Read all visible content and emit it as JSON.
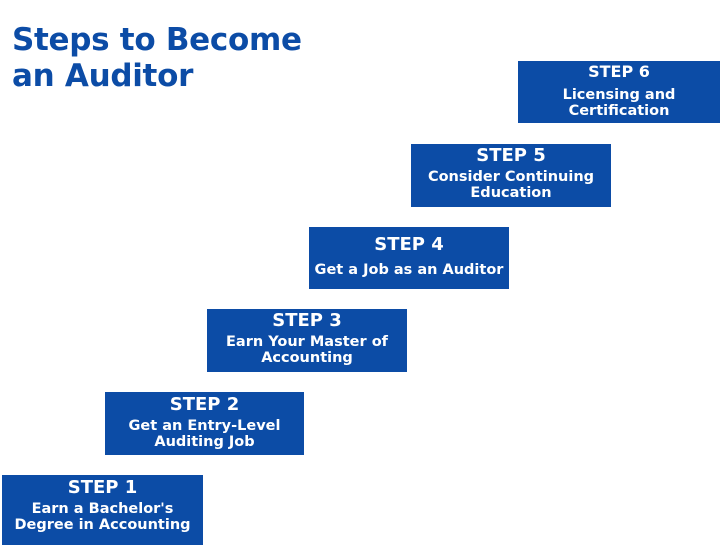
{
  "title": {
    "line1": "Steps to Become",
    "line2": "an Auditor"
  },
  "steps": [
    {
      "label": "STEP 1",
      "desc_line1": "Earn a Bachelor's",
      "desc_line2": "Degree in Accounting"
    },
    {
      "label": "STEP 2",
      "desc_line1": "Get an Entry-Level",
      "desc_line2": "Auditing Job"
    },
    {
      "label": "STEP 3",
      "desc_line1": "Earn Your Master of",
      "desc_line2": "Accounting"
    },
    {
      "label": "STEP 4",
      "desc_line1": "Get a Job as an Auditor",
      "desc_line2": ""
    },
    {
      "label": "STEP 5",
      "desc_line1": "Consider Continuing",
      "desc_line2": "Education"
    },
    {
      "label": "STEP 6",
      "desc_line1": "Licensing and",
      "desc_line2": "Certification"
    }
  ],
  "colors": {
    "brand_blue": "#0c4ca6",
    "text_on_blue": "#ffffff",
    "background": "#ffffff"
  }
}
